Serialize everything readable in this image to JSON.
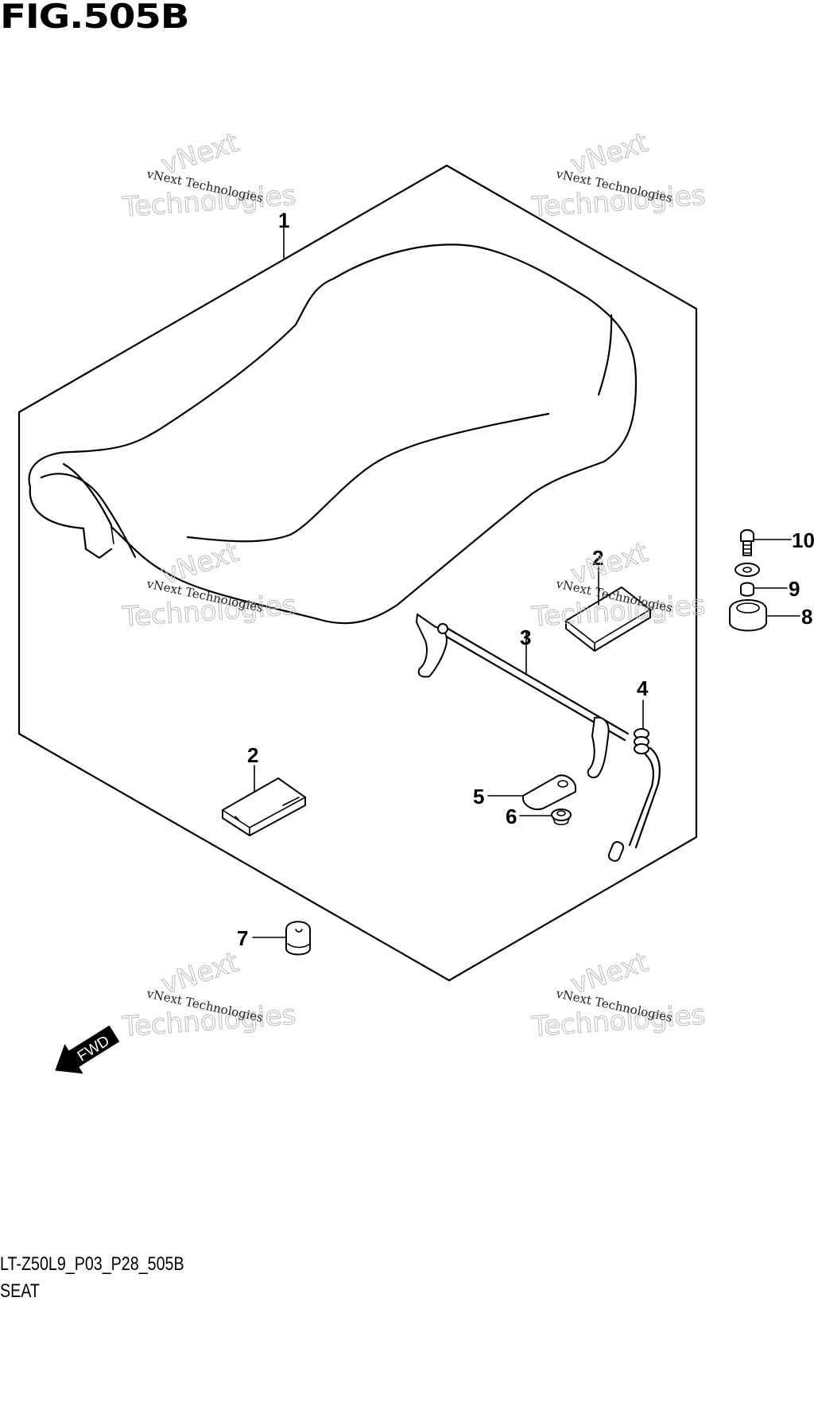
{
  "figure": {
    "title": "FIG.505B",
    "code": "LT-Z50L9_P03_P28_505B",
    "name": "SEAT"
  },
  "callouts": [
    {
      "id": "1",
      "part": "seat"
    },
    {
      "id": "2",
      "part": "pad-upper"
    },
    {
      "id": "2",
      "part": "pad-lower"
    },
    {
      "id": "3",
      "part": "seat-lock-rod"
    },
    {
      "id": "4",
      "part": "spring"
    },
    {
      "id": "5",
      "part": "plate"
    },
    {
      "id": "6",
      "part": "nut"
    },
    {
      "id": "7",
      "part": "cushion"
    },
    {
      "id": "8",
      "part": "cushion-mount"
    },
    {
      "id": "9",
      "part": "collar"
    },
    {
      "id": "10",
      "part": "bolt"
    }
  ],
  "direction_indicator": {
    "label": "FWD"
  },
  "watermark": {
    "small": "vNext Technologies",
    "big_top": "vNext",
    "big_bottom": "Technologies"
  }
}
